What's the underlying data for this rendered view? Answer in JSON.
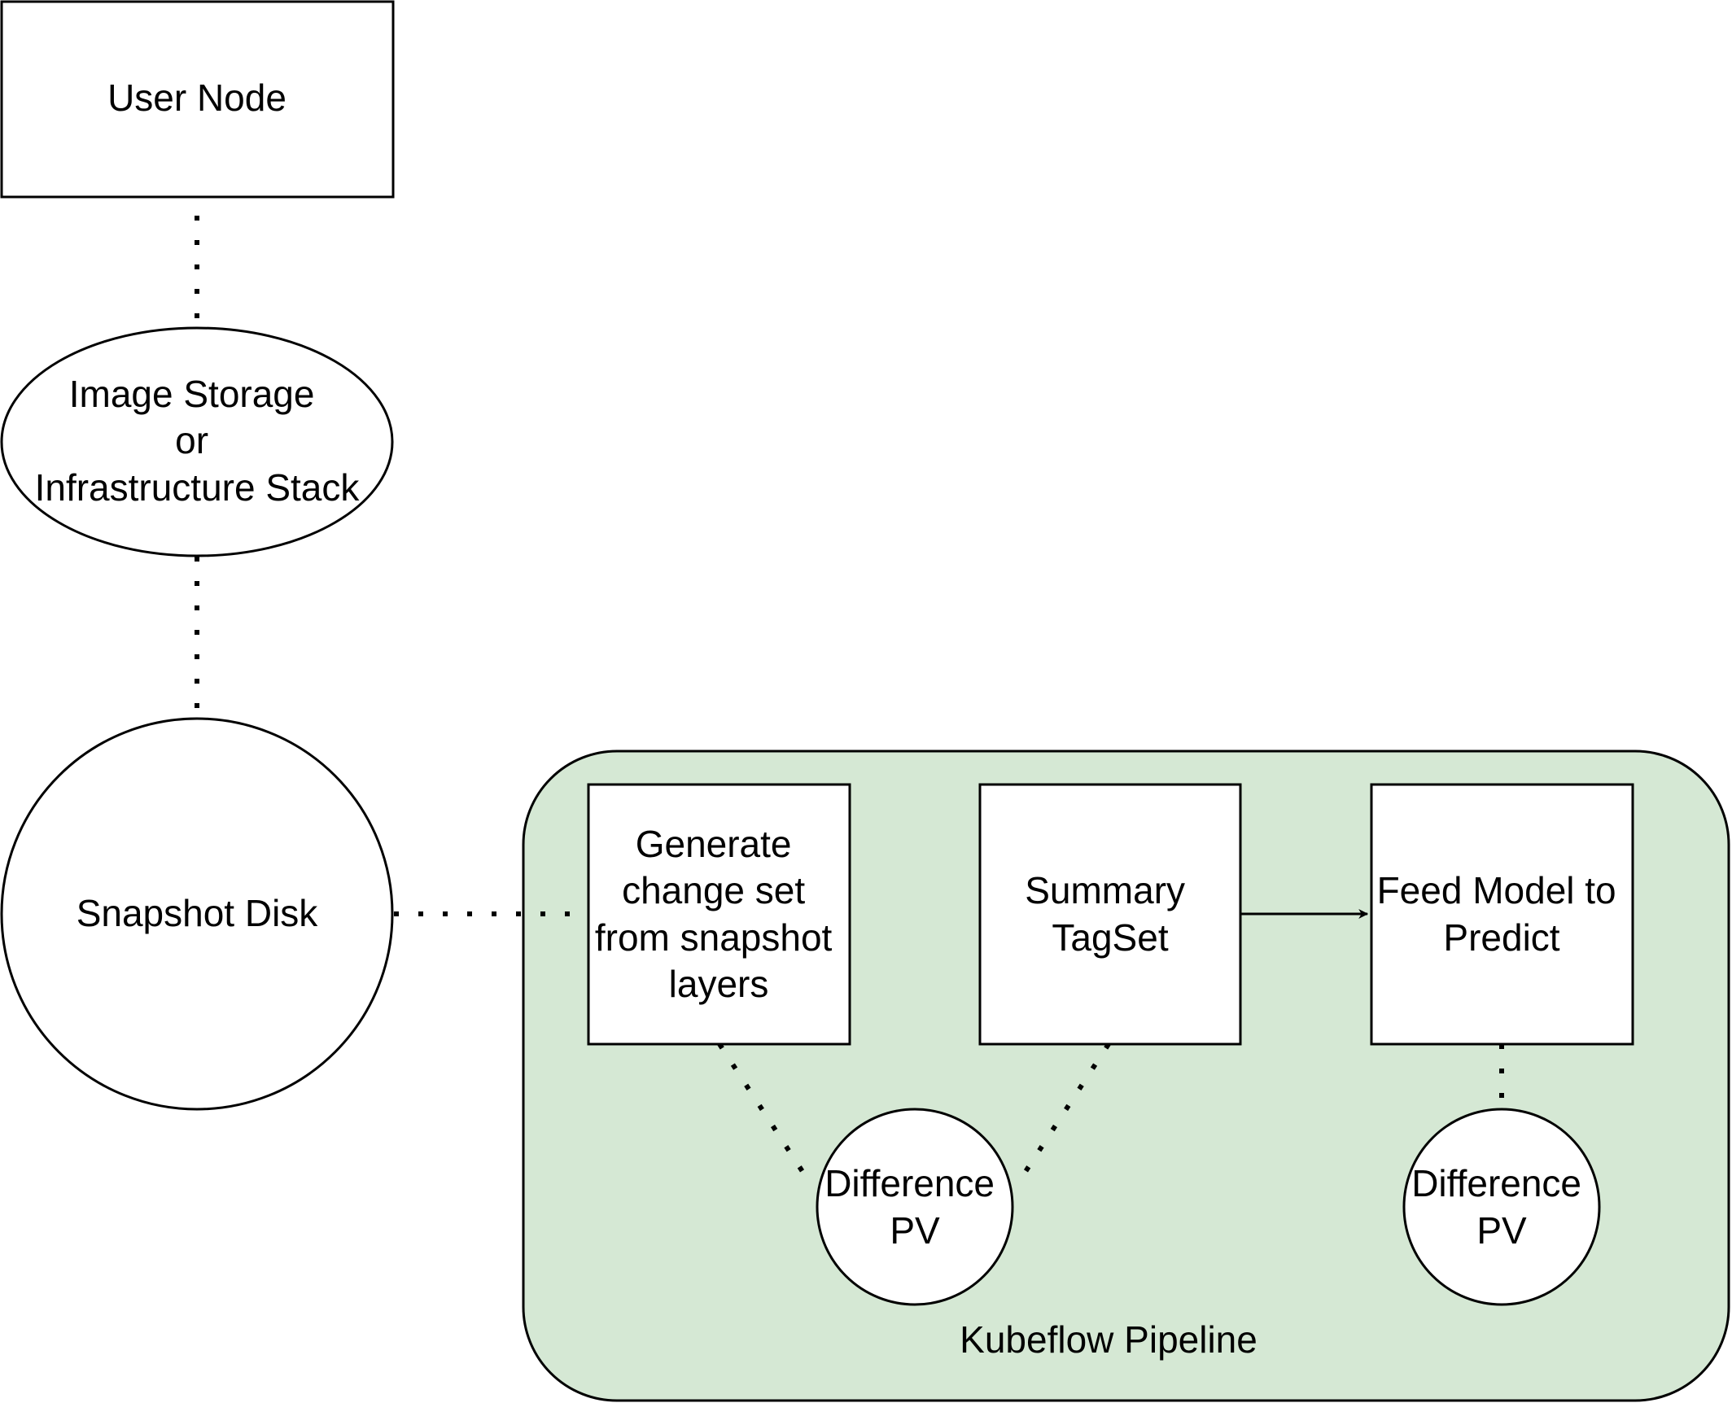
{
  "diagram": {
    "nodes": {
      "user_node": {
        "label": "User Node"
      },
      "image_storage": {
        "lines": [
          "Image Storage",
          "or",
          "Infrastructure Stack"
        ]
      },
      "snapshot_disk": {
        "label": "Snapshot Disk"
      },
      "generate_change_set": {
        "lines": [
          "Generate",
          "change set",
          "from snapshot",
          "layers"
        ]
      },
      "summary_tagset": {
        "lines": [
          "Summary",
          "TagSet"
        ]
      },
      "feed_model": {
        "lines": [
          "Feed Model to",
          "Predict"
        ]
      },
      "difference_pv_1": {
        "lines": [
          "Difference",
          "PV"
        ]
      },
      "difference_pv_2": {
        "lines": [
          "Difference",
          "PV"
        ]
      }
    },
    "container": {
      "label": "Kubeflow Pipeline",
      "fill": "#d5e8d4"
    },
    "edges": [
      {
        "from": "user_node",
        "to": "image_storage",
        "style": "dotted"
      },
      {
        "from": "image_storage",
        "to": "snapshot_disk",
        "style": "dotted"
      },
      {
        "from": "snapshot_disk",
        "to": "generate_change_set",
        "style": "dotted"
      },
      {
        "from": "generate_change_set",
        "to": "difference_pv_1",
        "style": "dotted"
      },
      {
        "from": "summary_tagset",
        "to": "difference_pv_1",
        "style": "dotted"
      },
      {
        "from": "summary_tagset",
        "to": "feed_model",
        "style": "solid-arrow"
      },
      {
        "from": "feed_model",
        "to": "difference_pv_2",
        "style": "dotted"
      }
    ]
  }
}
